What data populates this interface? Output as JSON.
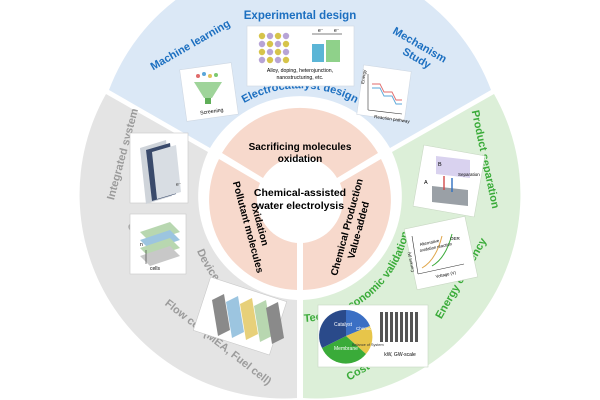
{
  "center": {
    "line1": "Chemical-assisted",
    "line2": "water electrolysis"
  },
  "inner_sectors": {
    "top": {
      "line1": "Sacrificing molecules",
      "line2": "oxidation"
    },
    "left": {
      "line1": "Pollutant molecules",
      "line2": "oxidation"
    },
    "right": {
      "line1": "Value-added",
      "line2": "Chemical Production"
    }
  },
  "middle_ring": {
    "top": "Electrocatalyst design",
    "left": "Device configuration",
    "right": "Techno-economic validation"
  },
  "outer_ring": {
    "top": {
      "a": "Machine learning",
      "b": "Experimental design",
      "c": "Mechanism",
      "d": "Study"
    },
    "left": {
      "a": "Integrated system",
      "b": "Cell stack",
      "c": "Flow cell (MEA, Fuel cell)"
    },
    "right": {
      "a": "Product separation",
      "b": "Energy efficiency",
      "c": "Cost & scale-up"
    }
  },
  "panels": {
    "experimental": {
      "lines": [
        "Alloy, doping, heterojunction,",
        "nanostructuring, etc."
      ],
      "e1": "e⁻",
      "e2": "e⁻"
    },
    "screening": "Screening",
    "mechanism": {
      "y": "Energy",
      "x": "Reaction pathway"
    },
    "cells": "cells",
    "cells_n": "n",
    "separation": {
      "a": "A",
      "b": "B",
      "label": "Separation"
    },
    "energy": {
      "oer": "OER",
      "alt": "Alternative",
      "alt2": "oxidation reaction",
      "voltage": "Voltage (V)",
      "current": "Current (A)"
    },
    "cost": {
      "catalyst": "Catalyst",
      "membrane": "Membrane",
      "chemical": "Chemical",
      "balance": "Balance of System",
      "scale": "kW, GW-scale"
    }
  },
  "colors": {
    "top_ring": "#dbe8f6",
    "left_ring": "#e4e4e4",
    "right_ring": "#dcefd8",
    "inner": "#f7d9cc",
    "blue_text": "#1c6fc0",
    "green_text": "#3aab39",
    "gray_text": "#9b9b9b"
  }
}
